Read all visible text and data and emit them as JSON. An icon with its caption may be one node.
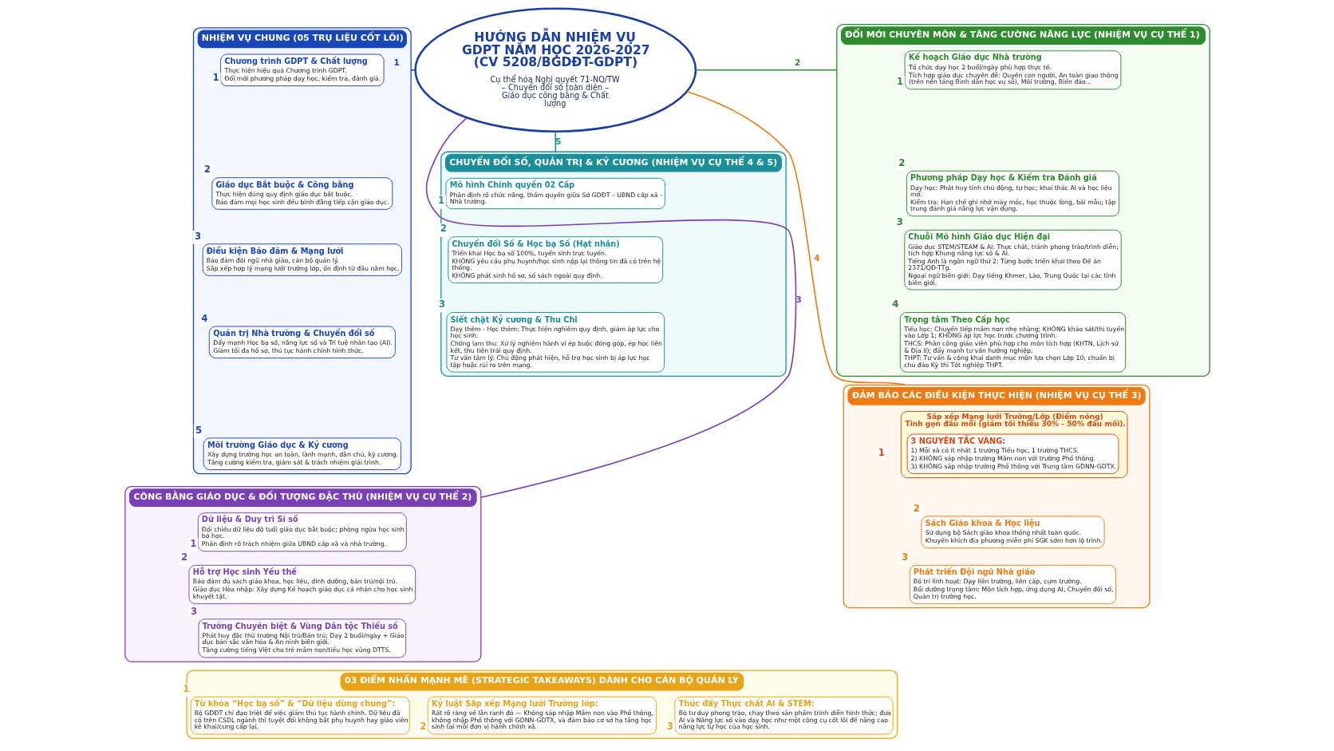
{
  "diagram": {
    "nodes": [
      {
        "text": [
          "HƯỚNG DẪN NHIỆM VỤ GDPT NĂM HỌC 2026-2027 (CV 5208/BGDĐT-GDPT)",
          "Cụ thể hóa Nghị quyết 71-NQ/TW – Chuyển đổi số toàn diện – Giáo dục công bằng & Chất lượng"
        ]
      },
      {
        "text": [
          "NHIỆM VỤ CHUNG (05 TRỤ LIỆU CỐT LÕI)"
        ]
      },
      {
        "text": [
          "Chương trình GDPT & Chất lượng",
          "Thực hiện hiệu quả Chương trình GDPT.",
          "Đổi mới phương pháp dạy học, kiểm tra, đánh giá."
        ],
        "in": 1,
        "beside": [
          "1"
        ]
      },
      {
        "text": [
          "Giáo dục Bắt buộc & Công bằng",
          "Thực hiện đúng quy định giáo dục bắt buộc.",
          "Bảo đảm mọi học sinh đều bình đẳng tiếp cận giáo dục."
        ],
        "in": 1,
        "beside": [
          "2"
        ]
      },
      {
        "text": [
          "Điều kiện Bảo đảm & Mạng lưới",
          "Bảo đảm đội ngũ nhà giáo, cán bộ quản lý.",
          "Sắp xếp hợp lý mạng lưới trường lớp, ổn định từ đầu năm học."
        ],
        "in": 1,
        "beside": [
          "3"
        ]
      },
      {
        "text": [
          "Quản trị Nhà trường & Chuyển đổi số",
          "Đẩy mạnh Học bạ số, năng lực số và Trí tuệ nhân tạo (AI).",
          "Giảm tối đa hồ sơ, thủ tục hành chính hình thức."
        ],
        "in": 1,
        "beside": [
          "4"
        ]
      },
      {
        "text": [
          "Môi trường Giáo dục & Kỷ cương",
          "Xây dựng trường học an toàn, lành mạnh, dân chủ, kỷ cương.",
          "Tăng cường kiểm tra, giám sát & trách nhiệm giải trình."
        ],
        "in": 1,
        "beside": [
          "5"
        ]
      },
      {
        "text": [
          "ĐỔI MỚI CHUYÊN MÔN & TĂNG CƯỜNG NĂNG LỰC (NHIỆM VỤ CỤ THỂ 1)"
        ]
      },
      {
        "text": [
          "Kế hoạch Giáo dục Nhà trường",
          "Tổ chức dạy học 2 buổi/ngày phù hợp thực tế.",
          "Tích hợp giáo dục chuyên đề: Quyền con người, An toàn giao thông (trên nền tảng Bình dân học vụ số), Môi trường, Biển đảo..."
        ],
        "in": 7,
        "beside": [
          "1"
        ]
      },
      {
        "text": [
          "Phương pháp Dạy học & Kiểm tra Đánh giá",
          "Dạy học: Phát huy tính chủ động, tự học; khai thác AI và học liệu mở.",
          "Kiểm tra: Hạn chế ghi nhớ máy móc, học thuộc lòng, bài mẫu; tập trung đánh giá năng lực vận dụng."
        ],
        "in": 7,
        "beside": [
          "2"
        ]
      },
      {
        "text": [
          "Chuỗi Mô hình Giáo dục Hiện đại",
          "Giáo dục STEM/STEAM & AI: Thực chất, tránh phong trào/trình diễn; tích hợp Khung năng lực số & AI.",
          "Tiếng Anh là ngôn ngữ thứ 2: Từng bước triển khai theo Đề án 2371/QĐ-TTg.",
          "Ngoại ngữ biên giới: Dạy tiếng Khmer, Lào, Trung Quốc tại các tỉnh biên giới."
        ],
        "in": 7,
        "beside": [
          "3"
        ]
      },
      {
        "text": [
          "Trọng tâm Theo Cấp học",
          "Tiểu học: Chuyển tiếp mầm non nhẹ nhàng; KHÔNG khảo sát/thi tuyển vào Lớp 1; KHÔNG áp lực học trước chương trình.",
          "THCS: Phân công giáo viên phù hợp cho môn tích hợp (KHTN, Lịch sử & Địa lí); đẩy mạnh tư vấn hướng nghiệp.",
          "THPT: Tư vấn & công khai danh mục môn lựa chọn Lớp 10; chuẩn bị chu đáo Kỳ thi Tốt nghiệp THPT."
        ],
        "in": 7,
        "beside": [
          "4"
        ]
      },
      {
        "text": [
          "CÔNG BẰNG GIÁO DỤC & ĐỐI TƯỢNG ĐẶC THÙ (NHIỆM VỤ CỤ THỂ 2)"
        ]
      },
      {
        "text": [
          "Dữ liệu & Duy trì Sĩ số",
          "Đối chiếu dữ liệu độ tuổi giáo dục bắt buộc; phòng ngừa học sinh bỏ học.",
          "Phân định rõ trách nhiệm giữa UBND cấp xã và nhà trường."
        ],
        "in": 12,
        "beside": [
          "1"
        ]
      },
      {
        "text": [
          "Hỗ trợ Học sinh Yếu thế",
          "Bảo đảm đủ sách giáo khoa, học liệu, dinh dưỡng, bán trú/nội trú.",
          "Giáo dục Hòa nhập: Xây dựng Kế hoạch giáo dục cá nhân cho học sinh khuyết tật."
        ],
        "in": 12,
        "beside": [
          "2"
        ]
      },
      {
        "text": [
          "Trường Chuyên biệt & Vùng Dân tộc Thiểu số",
          "Phát huy đặc thù trường Nội trú/Bán trú: Dạy 2 buổi/ngày + Giáo dục bản sắc văn hóa & An ninh biên giới.",
          "Tăng cường tiếng Việt cho trẻ mầm non/tiểu học vùng DTTS."
        ],
        "in": 12,
        "beside": [
          "3"
        ]
      },
      {
        "text": [
          "CHUYỂN ĐỔI SỐ, QUẢN TRỊ & KỶ CƯƠNG (NHIỆM VỤ CỤ THỂ 4 & 5)"
        ]
      },
      {
        "text": [
          "Mô hình Chính quyền 02 Cấp",
          "Phân định rõ chức năng, thẩm quyền giữa Sở GDĐT – UBND cấp xã – Nhà trường."
        ],
        "in": 16,
        "beside": [
          "1"
        ]
      },
      {
        "text": [
          "Chuyển đổi Số & Học bạ Số (Hạt nhân)",
          "Triển khai Học bạ số 100%, tuyển sinh trực tuyến.",
          "KHÔNG yêu cầu phụ huynh/học sinh nộp lại thông tin đã có trên hệ thống.",
          "KHÔNG phát sinh hồ sơ, sổ sách ngoài quy định."
        ],
        "in": 16,
        "beside": [
          "2"
        ]
      },
      {
        "text": [
          "Siết chặt Kỷ cương & Thu Chi",
          "Dạy thêm - Học thêm: Thực hiện nghiêm quy định, giảm áp lực cho học sinh.",
          "Chống lạm thu: Xử lý nghiêm hành vi ép buộc đóng góp, ép học liên kết, thu tiền trái quy định.",
          "Tư vấn tâm lý: Chủ động phát hiện, hỗ trợ học sinh bị áp lực học tập hoặc rủi ro trên mạng."
        ],
        "in": 16,
        "beside": [
          "3"
        ]
      },
      {
        "text": [
          "ĐẢM BẢO CÁC ĐIỀU KIỆN THỰC HIỆN (NHIỆM VỤ CỤ THỂ 3)"
        ]
      },
      {
        "text": [
          "Sắp xếp Mạng lưới Trường/Lớp (Điểm nóng)",
          "Tinh gọn đầu mối (giảm tối thiểu 30% - 50% đầu mối)."
        ],
        "in": 20,
        "beside": [
          "1"
        ]
      },
      {
        "text": [
          "3 NGUYÊN TẮC VÀNG:",
          "1) Mỗi xã có ít nhất 1 trường Tiểu học, 1 trường THCS.",
          "2) KHÔNG sáp nhập trường Mầm non với trường Phổ thông.",
          "3) KHÔNG sáp nhập trường Phổ thông với Trung tâm GDNN-GDTX."
        ],
        "in": 21
      },
      {
        "text": [
          "Sách Giáo khoa & Học liệu",
          "Sử dụng bộ Sách giáo khoa thống nhất toàn quốc.",
          "Khuyến khích địa phương miễn phí SGK sớm hơn lộ trình."
        ],
        "in": 20,
        "beside": [
          "2"
        ]
      },
      {
        "text": [
          "Phát triển Đội ngũ Nhà giáo",
          "Bố trí linh hoạt: Dạy liên trường, liên cấp, cụm trường.",
          "Bồi dưỡng trọng tâm: Môn tích hợp, ứng dụng AI, Chuyển đổi số, Quản trị trường học."
        ],
        "in": 20,
        "beside": [
          "3"
        ]
      },
      {
        "text": [
          "03 ĐIỂM NHẤN MẠNH MẼ (STRATEGIC TAKEAWAYS) DÀNH CHO CÁN BỘ QUẢN LÝ"
        ]
      },
      {
        "text": [
          "Từ khóa “Học bạ số” & “Dữ liệu dùng chung”:",
          "Bộ GDĐT chỉ đạo triệt để việc giảm thủ tục hành chính. Dữ liệu đã có trên CSDL ngành thì tuyệt đối không bắt phụ huynh hay giáo viên kê khai/cung cấp lại."
        ],
        "in": 25,
        "beside": [
          "1"
        ]
      },
      {
        "text": [
          "Kỷ luật Sắp xếp Mạng lưới Trường lớp:",
          "Rất rõ ràng về lằn ranh đỏ — Không sáp nhập Mầm non vào Phổ thông, không nhập Phổ thông với GDNN-GDTX, và đảm bảo cơ sở hạ tầng học sinh tại mỗi đơn vị hành chính xã."
        ],
        "in": 25,
        "beside": [
          "2"
        ]
      },
      {
        "text": [
          "Thúc đẩy Thực chất AI & STEM:",
          "Bỏ tư duy phong trào, chạy theo sản phẩm trình diễn hình thức; đưa AI và Năng lực số vào dạy học như một công cụ cốt lõi để nâng cao năng lực tự học của học sinh."
        ],
        "in": 25,
        "beside": [
          "3"
        ]
      }
    ],
    "edges": [
      {
        "from": 0,
        "to": 1,
        "arrow": "none",
        "label": "1",
        "color": "#1a47b8"
      },
      {
        "from": 0,
        "to": 7,
        "arrow": "none",
        "label": "2",
        "color": "#2e8b2e"
      },
      {
        "from": 0,
        "to": 12,
        "arrow": "none",
        "label": "3",
        "color": "#7b3fb5"
      },
      {
        "from": 0,
        "to": 20,
        "arrow": "none",
        "label": "4",
        "color": "#ef7a12"
      },
      {
        "from": 0,
        "to": 16,
        "arrow": "none",
        "label": "5",
        "color": "#1a8f9a"
      }
    ]
  }
}
